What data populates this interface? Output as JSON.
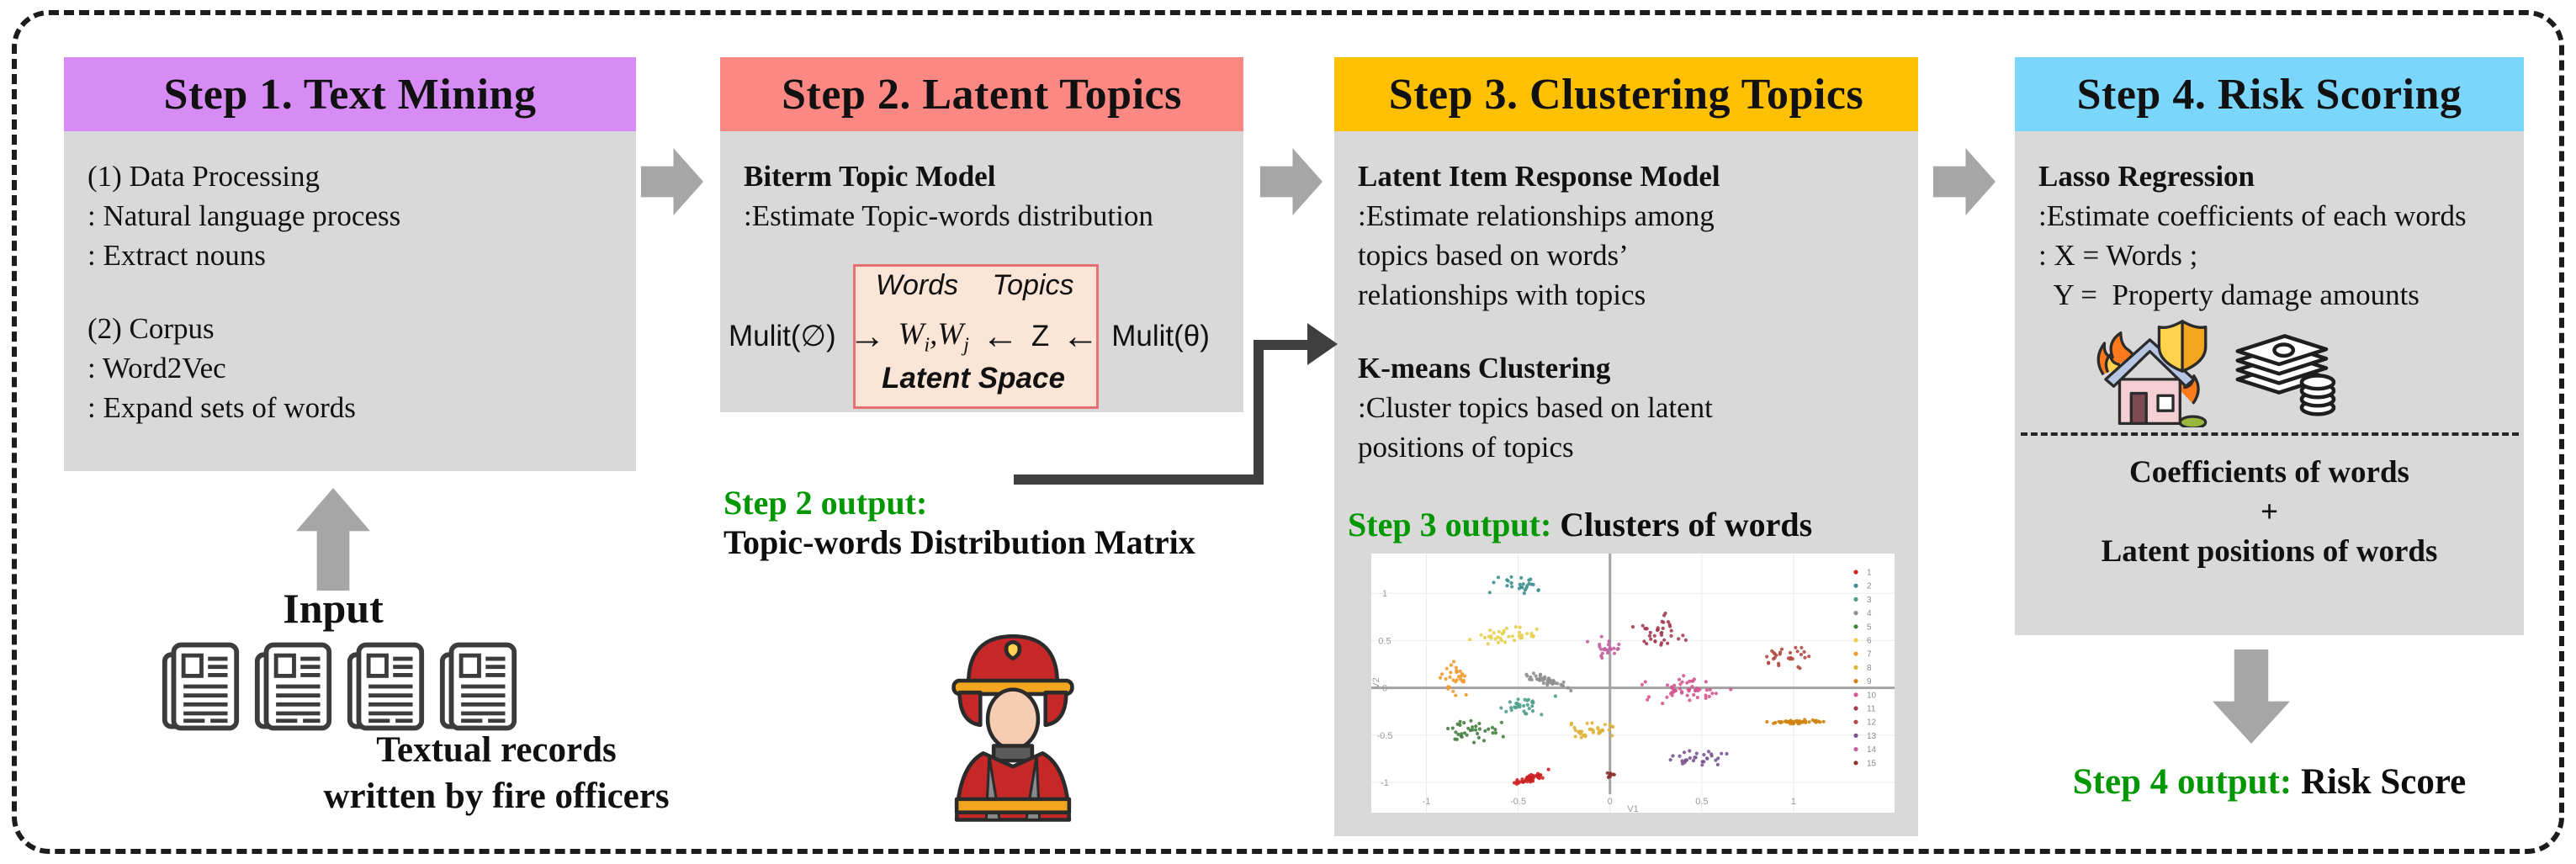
{
  "colors": {
    "body_gray": "#d9d9d9",
    "block_arrow": "#a6a6a6",
    "connector": "#3f3f3f",
    "output_green": "#009700",
    "peach_fill": "#fbe5d6",
    "peach_border": "#e87070"
  },
  "steps": [
    {
      "title": "Step 1. Text Mining",
      "header_color": "#d78cf5",
      "body_lines": [
        {
          "t": "(1) Data Processing"
        },
        {
          "t": ": Natural language process"
        },
        {
          "t": ": Extract nouns"
        },
        {
          "t": ""
        },
        {
          "t": "(2) Corpus"
        },
        {
          "t": ": Word2Vec"
        },
        {
          "t": ": Expand sets of words"
        }
      ]
    },
    {
      "title": "Step 2. Latent Topics",
      "header_color": "#fc8883",
      "body_lines": [
        {
          "t": "Biterm Topic Model",
          "b": true
        },
        {
          "t": ":Estimate Topic-words distribution"
        }
      ],
      "diagram": {
        "words_label": "Words",
        "topics_label": "Topics",
        "left_dist": "Mulit(∅)",
        "right_dist": "Mulit(θ)",
        "arrow_right": "→",
        "arrow_left": "←",
        "w1": "W",
        "w1_sub": "i",
        "comma": ",",
        "w2": "W",
        "w2_sub": "j",
        "z_label": "Z",
        "latent_label": "Latent Space"
      },
      "output": {
        "prefix": "Step 2 output:",
        "text": "Topic-words Distribution Matrix"
      }
    },
    {
      "title": "Step 3. Clustering Topics",
      "header_color": "#fdc002",
      "body_lines": [
        {
          "t": "Latent Item Response Model",
          "b": true
        },
        {
          "t": ":Estimate relationships among"
        },
        {
          "t": "topics based on words’"
        },
        {
          "t": "relationships with topics"
        },
        {
          "t": ""
        },
        {
          "t": "K-means Clustering",
          "b": true
        },
        {
          "t": ":Cluster topics based on latent"
        },
        {
          "t": "positions of topics"
        }
      ],
      "output": {
        "prefix": "Step 3 output:",
        "text": "Clusters of words"
      }
    },
    {
      "title": "Step 4. Risk Scoring",
      "header_color": "#7bd6fc",
      "body_lines": [
        {
          "t": "Lasso Regression",
          "b": true
        },
        {
          "t": ":Estimate coefficients of each words"
        },
        {
          "t": ": X = Words ;"
        },
        {
          "t": "  Y =  Property damage amounts"
        }
      ],
      "post_lines": [
        "Coefficients of words",
        "+",
        "Latent positions of words"
      ],
      "output": {
        "prefix": "Step 4 output:",
        "text": "Risk Score"
      }
    }
  ],
  "input": {
    "label": "Input",
    "documents_count": 4,
    "caption_line1": "Textual records",
    "caption_line2": "written by fire officers"
  },
  "chart_data": {
    "type": "scatter",
    "xlabel": "V1",
    "ylabel": "V2",
    "xticks": [
      -1,
      -0.5,
      0,
      0.5,
      1
    ],
    "yticks": [
      -1,
      -0.5,
      0,
      0.5,
      1
    ],
    "xlim": [
      -1.3,
      1.55
    ],
    "ylim": [
      -1.32,
      1.42
    ],
    "grid": true,
    "legend_position": "right-inside",
    "legend_labels": [
      "1",
      "2",
      "3",
      "4",
      "5",
      "6",
      "7",
      "8",
      "9",
      "10",
      "11",
      "12",
      "13",
      "14",
      "15"
    ],
    "series": [
      {
        "name": "1",
        "color": "#cc2222",
        "cx": -0.42,
        "cy": -0.95,
        "sx": 0.14,
        "sy": 0.035,
        "rot": 35,
        "n": 48
      },
      {
        "name": "2",
        "color": "#3d8f8f",
        "cx": -0.5,
        "cy": 1.08,
        "sx": 0.15,
        "sy": 0.13,
        "rot": 0,
        "n": 26
      },
      {
        "name": "3",
        "color": "#4f9e8a",
        "cx": -0.48,
        "cy": -0.2,
        "sx": 0.16,
        "sy": 0.13,
        "rot": 0,
        "n": 30
      },
      {
        "name": "4",
        "color": "#8f8f8f",
        "cx": -0.34,
        "cy": 0.07,
        "sx": 0.17,
        "sy": 0.05,
        "rot": -28,
        "n": 42
      },
      {
        "name": "5",
        "color": "#45803f",
        "cx": -0.75,
        "cy": -0.47,
        "sx": 0.18,
        "sy": 0.15,
        "rot": 0,
        "n": 36
      },
      {
        "name": "6",
        "color": "#e6d04e",
        "cx": -0.55,
        "cy": 0.56,
        "sx": 0.21,
        "sy": 0.1,
        "rot": 0,
        "n": 36
      },
      {
        "name": "7",
        "color": "#ef9b2d",
        "cx": -0.85,
        "cy": 0.12,
        "sx": 0.12,
        "sy": 0.2,
        "rot": 0,
        "n": 30
      },
      {
        "name": "8",
        "color": "#dfb23a",
        "cx": -0.1,
        "cy": -0.45,
        "sx": 0.21,
        "sy": 0.11,
        "rot": 0,
        "n": 36
      },
      {
        "name": "9",
        "color": "#cf8412",
        "cx": 1.02,
        "cy": -0.36,
        "sx": 0.15,
        "sy": 0.025,
        "rot": 0,
        "n": 48
      },
      {
        "name": "10",
        "color": "#d4578f",
        "cx": 0.42,
        "cy": -0.02,
        "sx": 0.26,
        "sy": 0.15,
        "rot": 0,
        "n": 52
      },
      {
        "name": "11",
        "color": "#a33b52",
        "cx": 0.27,
        "cy": 0.6,
        "sx": 0.19,
        "sy": 0.19,
        "rot": 0,
        "n": 36
      },
      {
        "name": "12",
        "color": "#b04a42",
        "cx": 0.95,
        "cy": 0.33,
        "sx": 0.19,
        "sy": 0.15,
        "rot": 0,
        "n": 28
      },
      {
        "name": "13",
        "color": "#7a5690",
        "cx": 0.47,
        "cy": -0.75,
        "sx": 0.21,
        "sy": 0.1,
        "rot": 0,
        "n": 30
      },
      {
        "name": "14",
        "color": "#c25f9e",
        "cx": -0.02,
        "cy": 0.42,
        "sx": 0.11,
        "sy": 0.13,
        "rot": 0,
        "n": 22
      },
      {
        "name": "15",
        "color": "#8c3030",
        "cx": 0.01,
        "cy": -0.92,
        "sx": 0.05,
        "sy": 0.05,
        "rot": 0,
        "n": 8
      }
    ]
  }
}
